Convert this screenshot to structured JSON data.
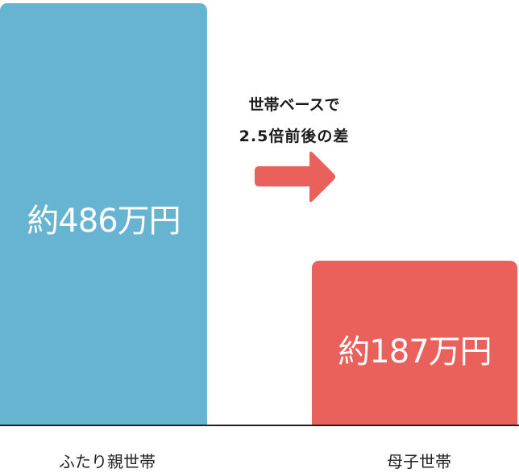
{
  "chart_data": {
    "type": "bar",
    "title": "",
    "xlabel": "",
    "ylabel": "",
    "categories": [
      "ふたり親世帯",
      "母子世帯"
    ],
    "values": [
      486,
      187
    ],
    "unit": "万円",
    "value_labels": [
      "約486万円",
      "約187万円"
    ],
    "colors": [
      "#66b4d1",
      "#ea605b"
    ],
    "annotation": {
      "lines": [
        "世帯ベースで",
        "2.5倍前後の差"
      ],
      "arrow_color": "#ea605b",
      "arrow_direction": "right"
    },
    "grid": false,
    "legend": null
  },
  "bars": [
    {
      "label": "ふたり親世帯",
      "value_label": "約486万円",
      "color": "#66b4d1"
    },
    {
      "label": "母子世帯",
      "value_label": "約187万円",
      "color": "#ea605b"
    }
  ],
  "annotation": {
    "line1": "世帯ベースで",
    "line2": "2.5倍前後の差"
  }
}
